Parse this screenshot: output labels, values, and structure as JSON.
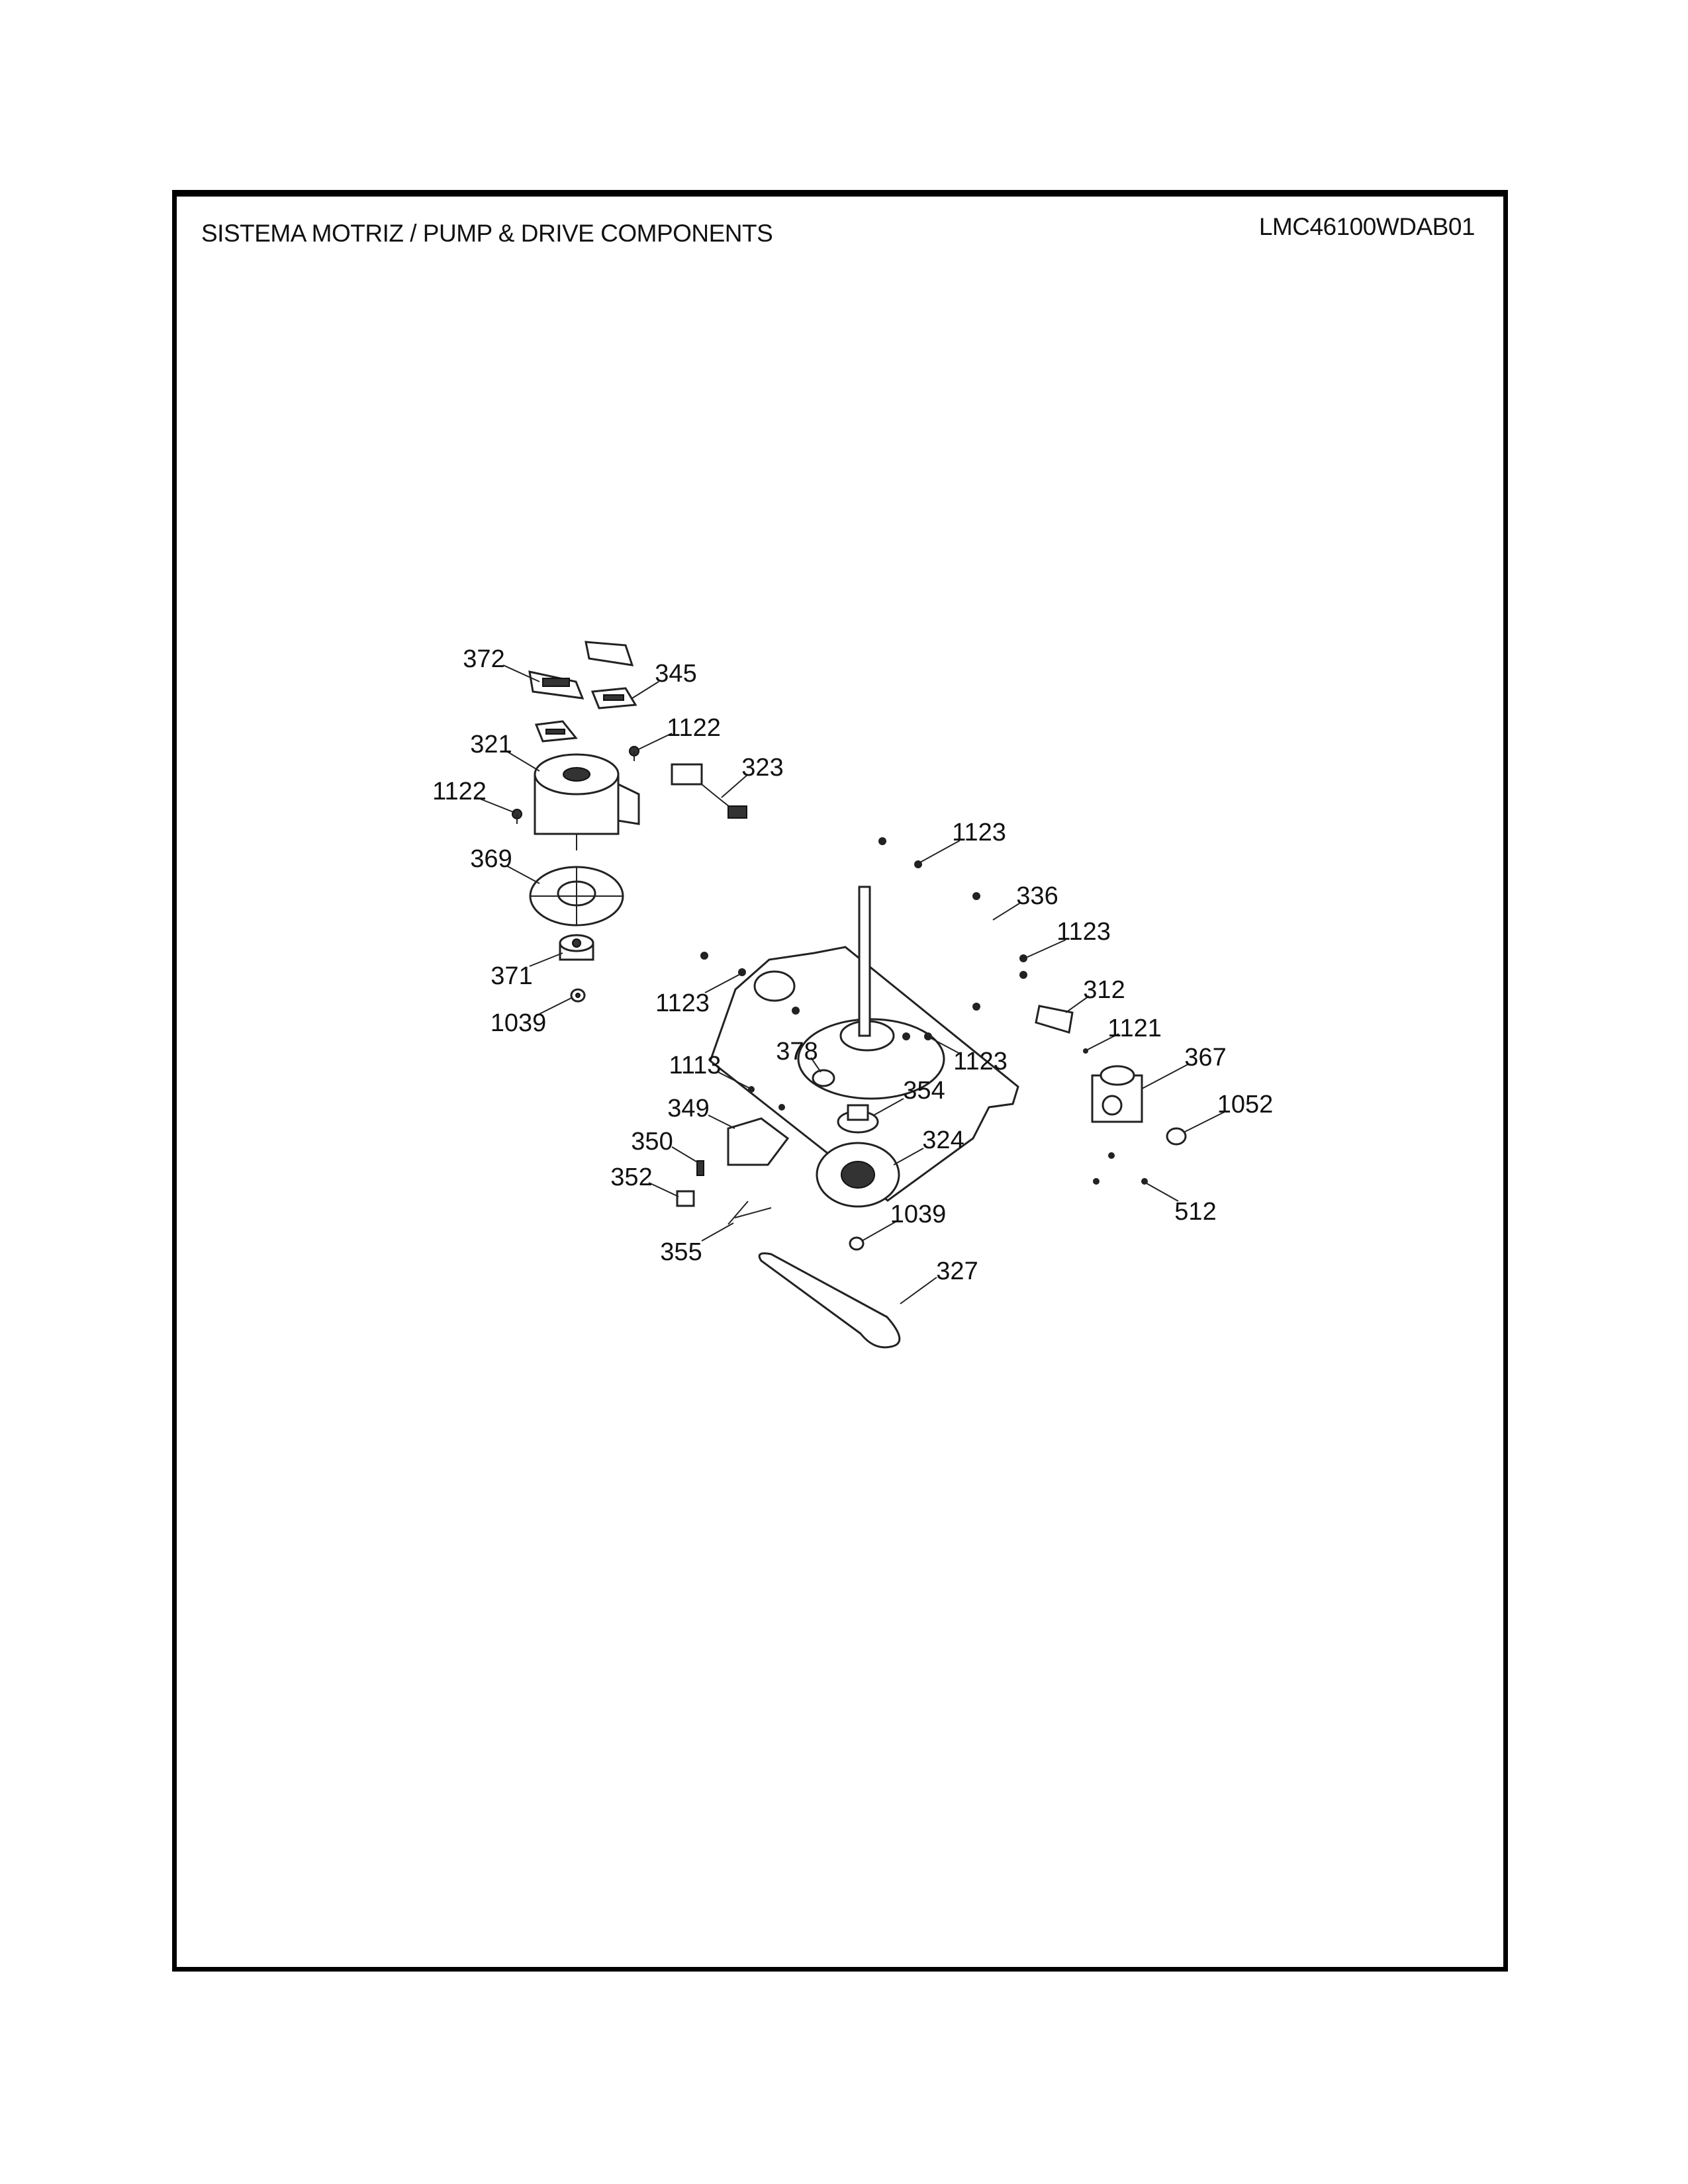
{
  "header": {
    "title": "SISTEMA MOTRIZ / PUMP  &  DRIVE COMPONENTS",
    "model": "LMC46100WDAB01"
  },
  "callouts": {
    "c372": "372",
    "c345": "345",
    "c1122a": "1122",
    "c321": "321",
    "c323": "323",
    "c1122b": "1122",
    "c1123a": "1123",
    "c369": "369",
    "c336": "336",
    "c1123b": "1123",
    "c371": "371",
    "c312": "312",
    "c1123c": "1123",
    "c1039a": "1039",
    "c1121": "1121",
    "c1123d": "1123",
    "c378": "378",
    "c367": "367",
    "c1113": "1113",
    "c354": "354",
    "c349": "349",
    "c1052": "1052",
    "c350": "350",
    "c324": "324",
    "c352": "352",
    "c512": "512",
    "c1039b": "1039",
    "c355": "355",
    "c327": "327"
  }
}
